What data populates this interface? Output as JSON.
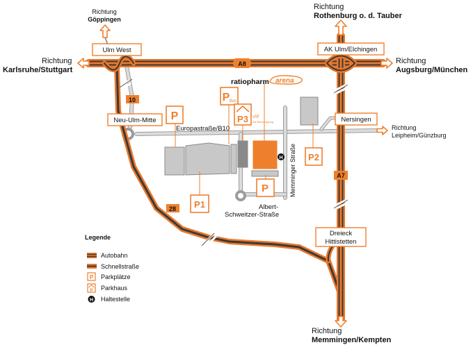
{
  "directions": {
    "goeppingen": {
      "prefix": "Richtung",
      "place": "Göppingen"
    },
    "rothenburg": {
      "prefix": "Richtung",
      "place": "Rothenburg o. d. Tauber"
    },
    "karlsruhe": {
      "prefix": "Richtung",
      "place": "Karlsruhe/Stuttgart"
    },
    "augsburg": {
      "prefix": "Richtung",
      "place": "Augsburg/München"
    },
    "leipheim": {
      "prefix": "Richtung",
      "place": "Leipheim/Günzburg"
    },
    "memmingen": {
      "prefix": "Richtung",
      "place": "Memmingen/Kempten"
    }
  },
  "junctions": {
    "ulm_west": "Ulm West",
    "ak_ulm": "AK Ulm/Elchingen",
    "neu_ulm": "Neu-Ulm-Mitte",
    "nersingen": "Nersingen",
    "dreieck_line1": "Dreieck",
    "dreieck_line2": "Hittistetten"
  },
  "road_badges": {
    "a8": "A8",
    "a7": "A7",
    "b10": "10",
    "b28": "28"
  },
  "streets": {
    "europastrasse": "Europastraße/B10",
    "memminger": "Memminger Straße",
    "albert_line1": "Albert-",
    "albert_line2": "Schweitzer-Straße"
  },
  "arena": {
    "name_plain": "ratiopharm",
    "name_accent": "arena"
  },
  "parking": {
    "p_left": "P",
    "p_bus_letter": "P",
    "p_bus_sub": "Bus",
    "p3": "P3",
    "p3_note_line1": "VIP",
    "p3_note_line2": "mit Berechtigung",
    "p1": "P1",
    "p2": "P2",
    "p_small": "P"
  },
  "stop_symbol": "H",
  "legend": {
    "title": "Legende",
    "items": [
      {
        "label": "Autobahn",
        "icon": "autobahn-line"
      },
      {
        "label": "Schnellstraße",
        "icon": "schnellstrasse-line"
      },
      {
        "label": "Parkplätze",
        "icon": "parking-icon"
      },
      {
        "label": "Parkhaus",
        "icon": "parking-garage-icon"
      },
      {
        "label": "Haltestelle",
        "icon": "bus-stop-icon"
      }
    ]
  },
  "colors": {
    "accent": "#ee7f2d",
    "road_border": "#e9782c",
    "road_core": "#3a3a3a",
    "building": "#c8c8c8",
    "building_dark": "#8a8a8a",
    "minor_road": "#cfcfcf"
  }
}
